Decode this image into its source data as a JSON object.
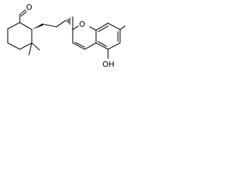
{
  "molecule": {
    "atom_labels": {
      "aldehyde_oxygen": "O",
      "ring_oxygen": "O",
      "hydroxyl": "OH"
    },
    "colors": {
      "bond": "#000000",
      "background": "#ffffff"
    }
  }
}
